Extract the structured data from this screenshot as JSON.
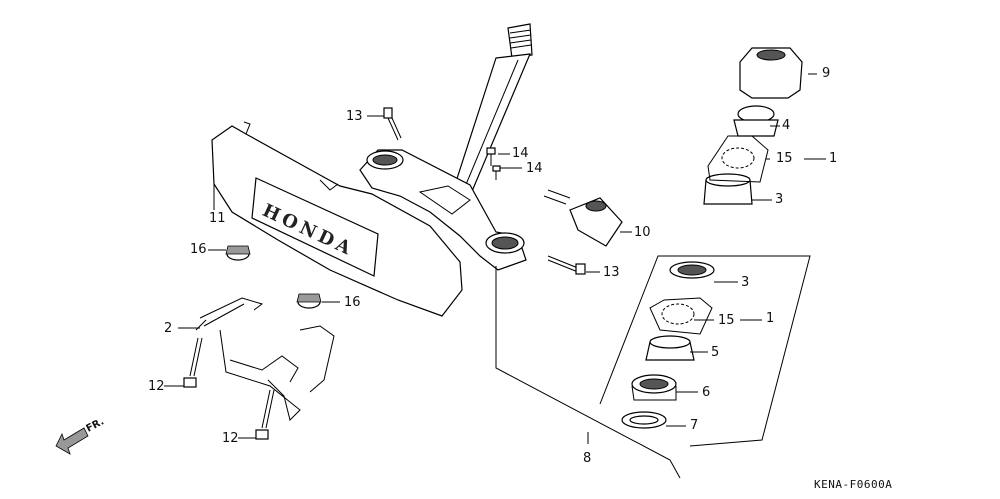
{
  "diagram_code": "KENA-F0600A",
  "direction_label": "FR.",
  "brand_text": "HONDA",
  "callouts": {
    "p1_top": "1",
    "p1_bot": "1",
    "p2": "2",
    "p3_top": "3",
    "p3_bot": "3",
    "p4": "4",
    "p5": "5",
    "p6": "6",
    "p7": "7",
    "p8": "8",
    "p9": "9",
    "p10": "10",
    "p11": "11",
    "p12_a": "12",
    "p12_b": "12",
    "p13_a": "13",
    "p13_b": "13",
    "p14_a": "14",
    "p14_b": "14",
    "p15_a": "15",
    "p15_b": "15",
    "p16_a": "16",
    "p16_b": "16"
  }
}
